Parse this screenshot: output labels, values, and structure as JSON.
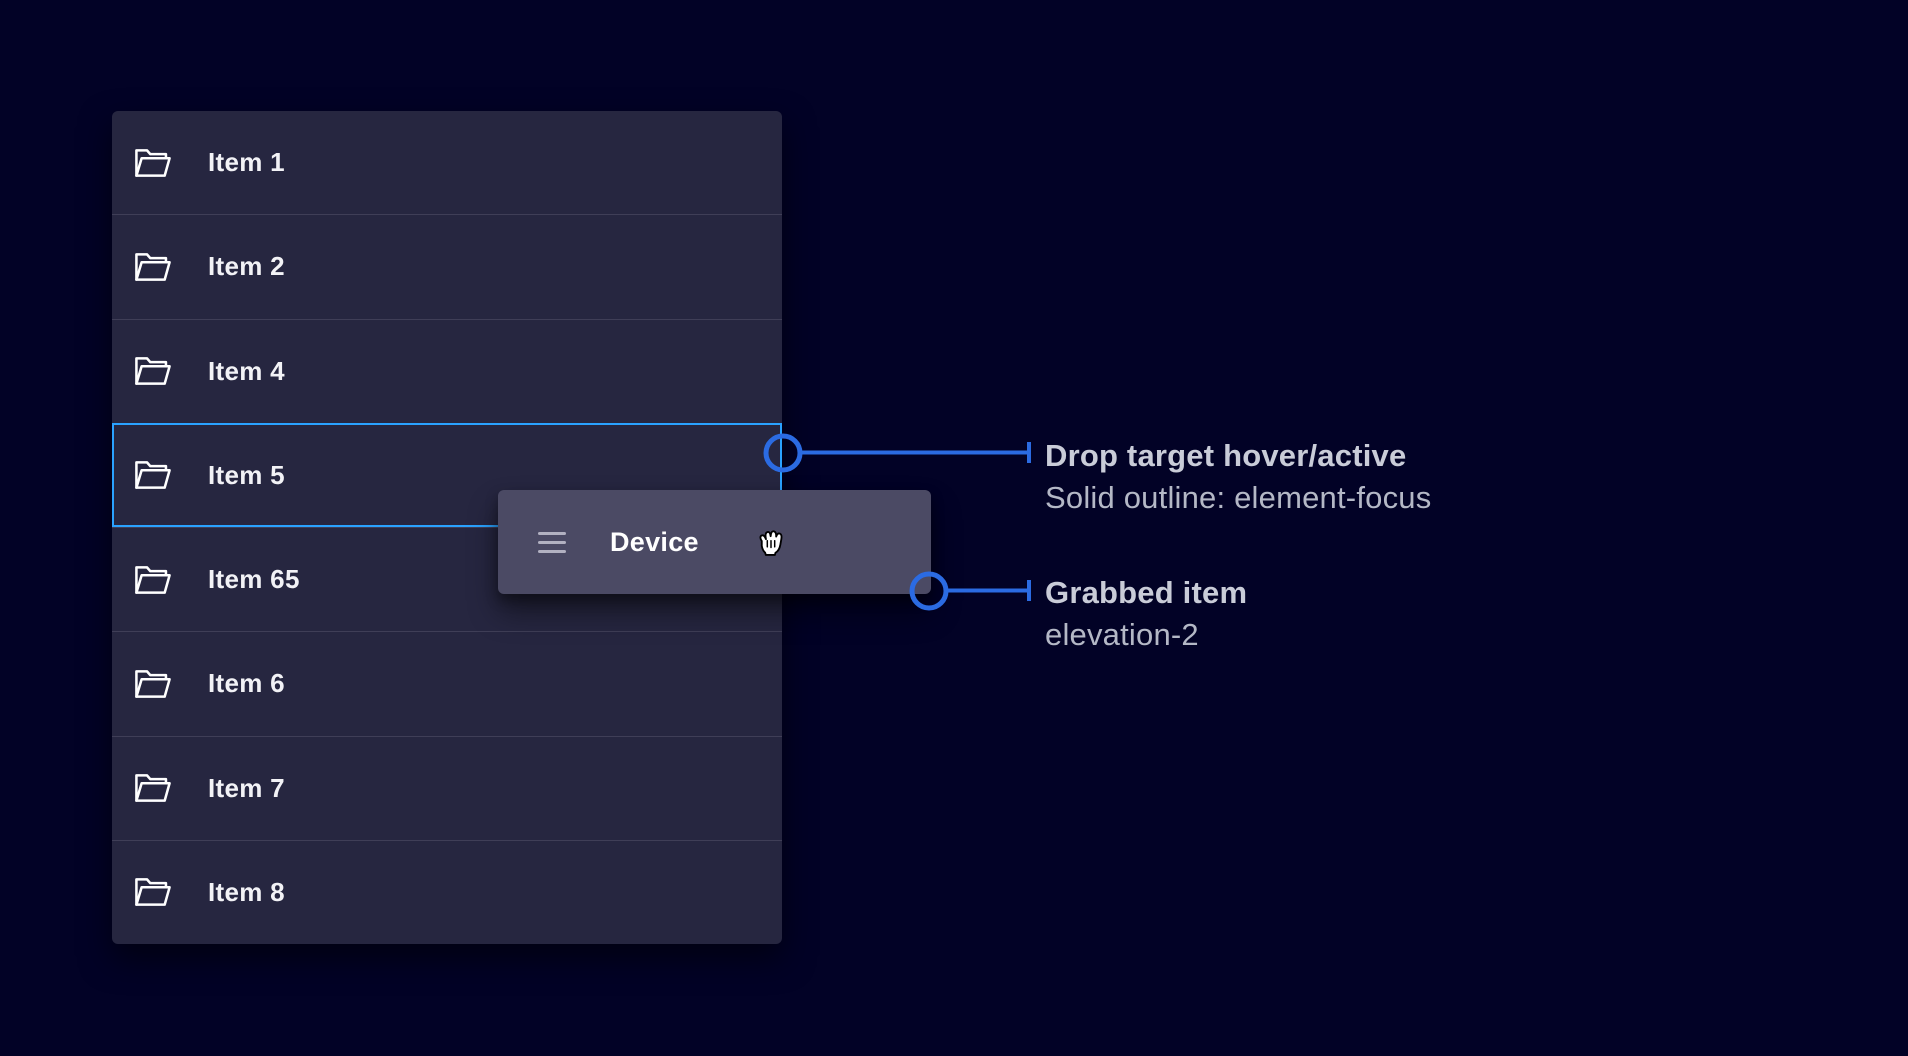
{
  "colors": {
    "page_background": "#020226",
    "panel_background": "#262640",
    "row_divider": "#3F3E57",
    "focus_outline_blue": "#2AA2FF",
    "annotation_blue": "#2B6BE2",
    "drag_card_background": "#4B4A64",
    "row_text": "#F2F2F6",
    "annotation_title_text": "#C9CCD8",
    "annotation_subtitle_text": "#B4B8C6"
  },
  "list": {
    "items": [
      {
        "label": "Item 1",
        "icon": "folder-open-icon"
      },
      {
        "label": "Item 2",
        "icon": "folder-open-icon"
      },
      {
        "label": "Item 4",
        "icon": "folder-open-icon"
      },
      {
        "label": "Item 5",
        "icon": "folder-open-icon",
        "state": "drop-target-hover-active"
      },
      {
        "label": "Item 65",
        "icon": "folder-open-icon"
      },
      {
        "label": "Item 6",
        "icon": "folder-open-icon"
      },
      {
        "label": "Item 7",
        "icon": "folder-open-icon"
      },
      {
        "label": "Item 8",
        "icon": "folder-open-icon"
      }
    ]
  },
  "drag_card": {
    "label": "Device",
    "handle_icon": "drag-handle-icon",
    "cursor": "grabbing-hand-cursor"
  },
  "annotations": {
    "drop_target": {
      "title": "Drop target hover/active",
      "subtitle": "Solid outline: element-focus"
    },
    "grabbed": {
      "title": "Grabbed item",
      "subtitle": "elevation-2"
    }
  }
}
